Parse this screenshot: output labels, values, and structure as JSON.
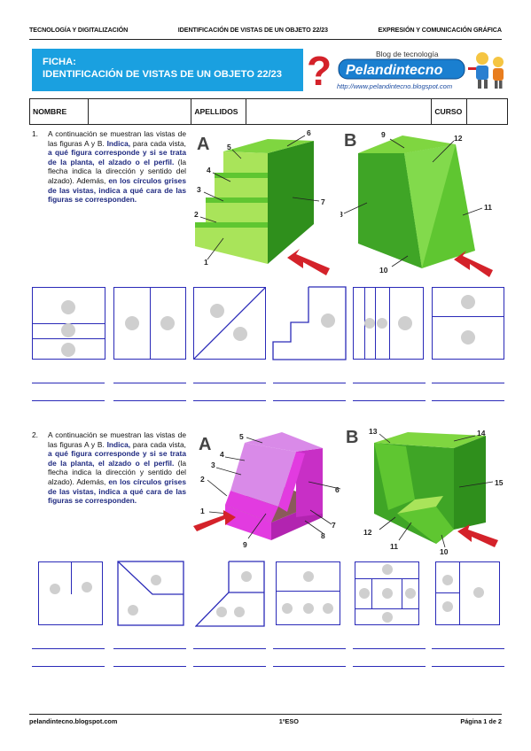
{
  "header": {
    "left": "TECNOLOGÍA Y DIGITALIZACIÓN",
    "center": "IDENTIFICACIÓN DE VISTAS DE UN OBJETO 22/23",
    "right": "EXPRESIÓN Y COMUNICACIÓN GRÁFICA"
  },
  "banner": {
    "line1": "FICHA:",
    "line2": "IDENTIFICACIÓN DE VISTAS DE UN OBJETO 22/23"
  },
  "logo": {
    "tagline": "Blog de tecnología",
    "brand": "Pelandintecno",
    "url": "http://www.pelandintecno.blogspot.com"
  },
  "fields": {
    "name_label": "NOMBRE",
    "surname_label": "APELLIDOS",
    "course_label": "CURSO"
  },
  "question1": {
    "number": "1.",
    "t1": "A continuación se muestran las vistas de las figuras A y B. ",
    "t2": "Indica,",
    "t3": " para cada vista, ",
    "t4": "a qué figura corresponde y si se trata de la planta, el alzado o el perfil.",
    "t5": " (la flecha indica la dirección y sentido del alzado). Además, ",
    "t6": "en los círculos grises de las vistas, indica a qué cara de las figuras se corresponden.",
    "figA_letter": "A",
    "figB_letter": "B",
    "figA_labels": [
      "1",
      "2",
      "3",
      "4",
      "5",
      "6",
      "7"
    ],
    "figB_labels": [
      "8",
      "9",
      "10",
      "11",
      "12"
    ]
  },
  "question2": {
    "number": "2.",
    "t1": "A continuación se muestran las vistas de las figuras A y B. ",
    "t2": "Indica,",
    "t3": " para cada vista, ",
    "t4": "a qué figura corresponde y si se trata de la planta, el alzado o el perfil.",
    "t5": " (la flecha indica la dirección y sentido del alzado). Además, ",
    "t6": "en los círculos grises de las vistas, indica a qué cara de las figuras se corresponden.",
    "figA_letter": "A",
    "figB_letter": "B",
    "figA_labels": [
      "1",
      "2",
      "3",
      "4",
      "5",
      "6",
      "7",
      "8",
      "9"
    ],
    "figB_labels": [
      "10",
      "11",
      "12",
      "13",
      "14",
      "15"
    ]
  },
  "colors": {
    "banner": "#1aa0e0",
    "view_stroke": "#2a2ab8",
    "circle": "#cfcfcf",
    "green_light": "#a9e45a",
    "green": "#5fc631",
    "green_dark": "#2f8f1c",
    "magenta": "#e23be0",
    "arrow": "#d4222a"
  },
  "footer": {
    "left": "pelandintecno.blogspot.com",
    "center": "1ºESO",
    "right": "Página 1 de 2"
  }
}
